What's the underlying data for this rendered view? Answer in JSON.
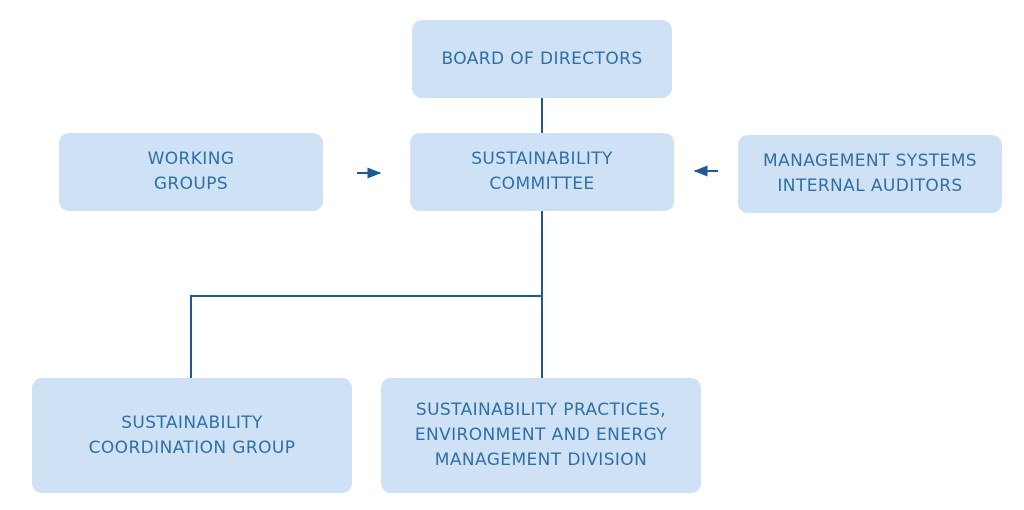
{
  "nodes": {
    "board": "BOARD OF DIRECTORS",
    "committee": "SUSTAINABILITY\nCOMMITTEE",
    "working_groups": "WORKING\nGROUPS",
    "auditors": "MANAGEMENT SYSTEMS\nINTERNAL AUDITORS",
    "coordination": "SUSTAINABILITY\nCOORDINATION GROUP",
    "practices": "SUSTAINABILITY PRACTICES,\nENVIRONMENT AND ENERGY\nMANAGEMENT DIVISION"
  },
  "colors": {
    "box_fill": "#cfe2f5",
    "text": "#2f6fa6",
    "connector": "#1d5a93"
  }
}
